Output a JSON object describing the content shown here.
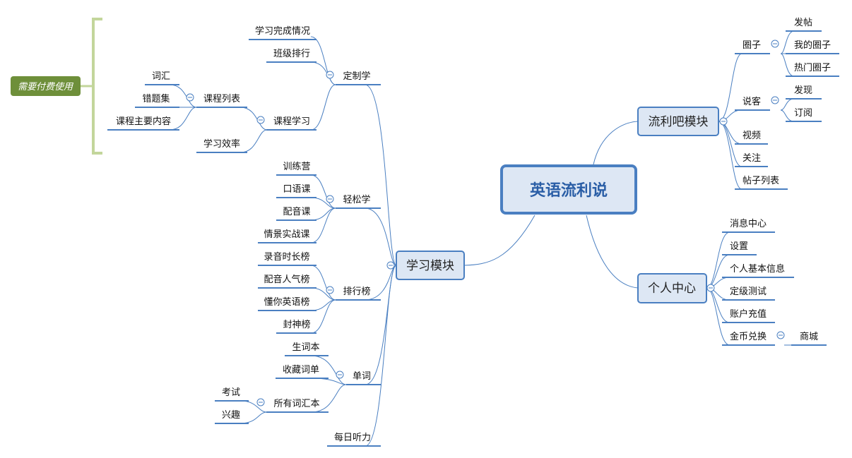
{
  "root": {
    "label": "英语流利说"
  },
  "modules": {
    "study": {
      "label": "学习模块"
    },
    "liuliba": {
      "label": "流利吧模块"
    },
    "personal": {
      "label": "个人中心"
    }
  },
  "study": {
    "custom": {
      "label": "定制学",
      "progress": "学习完成情况",
      "class_rank": "班级排行",
      "course_study": {
        "label": "课程学习",
        "course_list": {
          "label": "课程列表",
          "vocab": "词汇",
          "mistakes": "错题集",
          "main_content": "课程主要内容"
        },
        "efficiency": "学习效率"
      }
    },
    "easy": {
      "label": "轻松学",
      "items": [
        "训练营",
        "口语课",
        "配音课",
        "情景实战课"
      ]
    },
    "ranking": {
      "label": "排行榜",
      "items": [
        "录音时长榜",
        "配音人气榜",
        "懂你英语榜",
        "封神榜"
      ]
    },
    "words": {
      "label": "单词",
      "new_words": "生词本",
      "favorites": "收藏词单",
      "all_books": {
        "label": "所有词汇本",
        "exam": "考试",
        "interest": "兴趣"
      }
    },
    "daily_listening": "每日听力"
  },
  "liuliba": {
    "circle": {
      "label": "圈子",
      "post": "发帖",
      "my_circle": "我的圈子",
      "hot_circle": "热门圈子"
    },
    "shuoke": {
      "label": "说客",
      "discover": "发现",
      "subscribe": "订阅"
    },
    "video": "视频",
    "follow": "关注",
    "post_list": "帖子列表"
  },
  "personal": {
    "messages": "消息中心",
    "settings": "设置",
    "basic_info": "个人基本信息",
    "level_test": "定级测试",
    "recharge": "账户充值",
    "coin_exchange": {
      "label": "金币兑换",
      "mall": "商城"
    }
  },
  "paid_tag": {
    "label": "需要付费使用"
  },
  "colors": {
    "line": "#4a7fc1",
    "module_fill": "#dde7f4",
    "root_fill": "#dde7f4",
    "tag_fill": "#6e8f3a",
    "bracket": "#c3d69b"
  }
}
